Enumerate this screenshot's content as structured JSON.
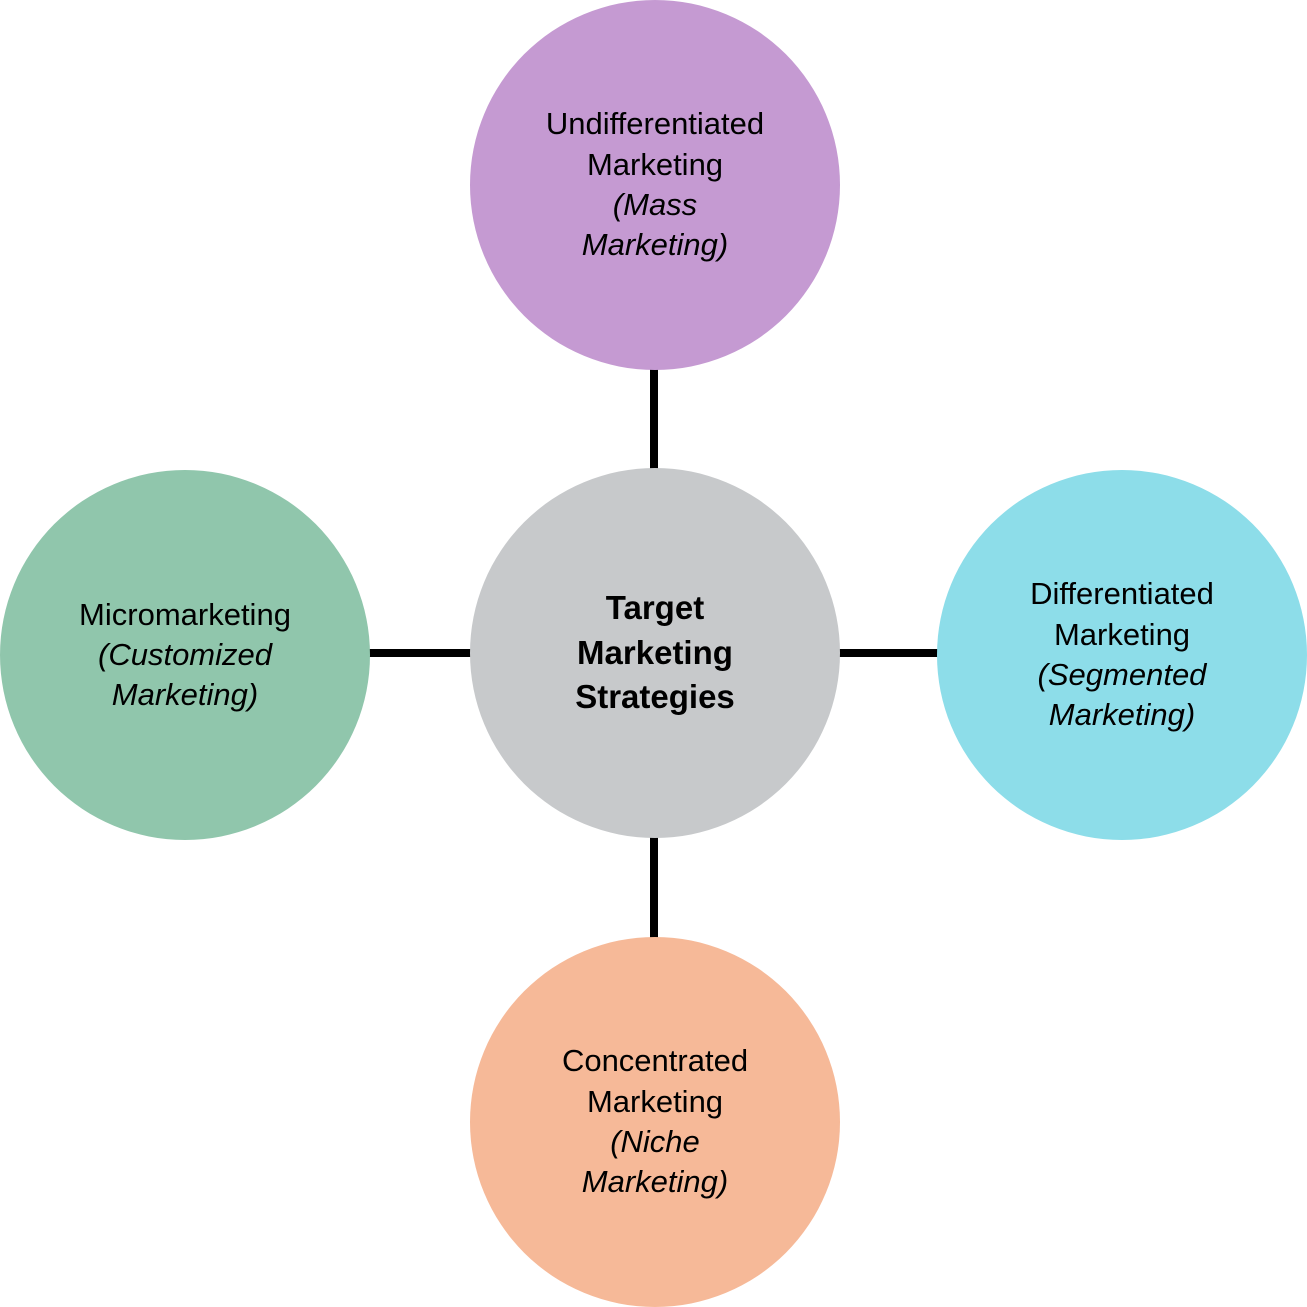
{
  "diagram": {
    "line_color": "#000000",
    "text_color": "#000000"
  },
  "nodes": {
    "center": {
      "name": "Target\nMarketing\nStrategies",
      "color": "#c7c9cb"
    },
    "top": {
      "name": "Undifferentiated\nMarketing",
      "alias": "(Mass\nMarketing)",
      "color": "#c59ad2"
    },
    "right": {
      "name": "Differentiated\nMarketing",
      "alias": "(Segmented\nMarketing)",
      "color": "#8ddde9"
    },
    "bottom": {
      "name": "Concentrated\nMarketing",
      "alias": "(Niche\nMarketing)",
      "color": "#f6b998"
    },
    "left": {
      "name": "Micromarketing",
      "alias": "(Customized\nMarketing)",
      "color": "#90c6ac"
    }
  }
}
